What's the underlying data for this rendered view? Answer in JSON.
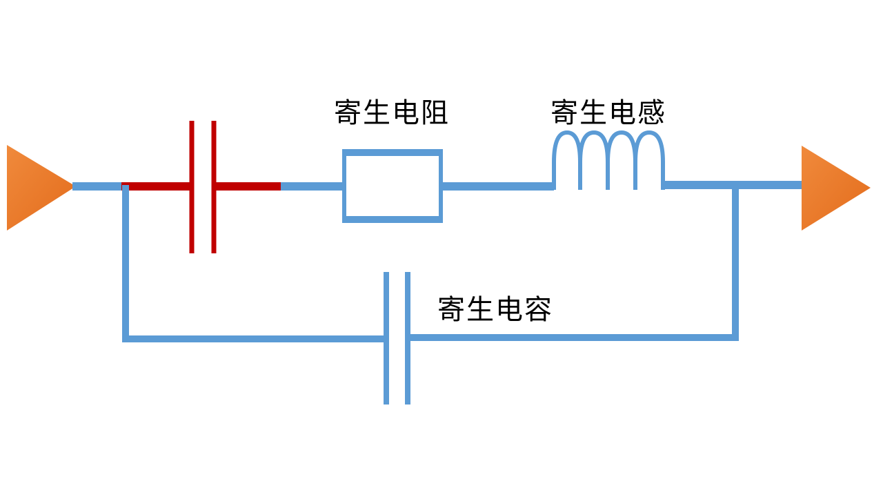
{
  "labels": {
    "resistor": "寄生电阻",
    "inductor": "寄生电感",
    "capacitor": "寄生电容"
  },
  "colors": {
    "wire": "#5b9bd5",
    "capacitor_main": "#c00000",
    "terminal": "#ed7d31",
    "text": "#000000"
  },
  "icons": {
    "input_terminal": "triangle-right",
    "output_terminal": "triangle-right"
  }
}
